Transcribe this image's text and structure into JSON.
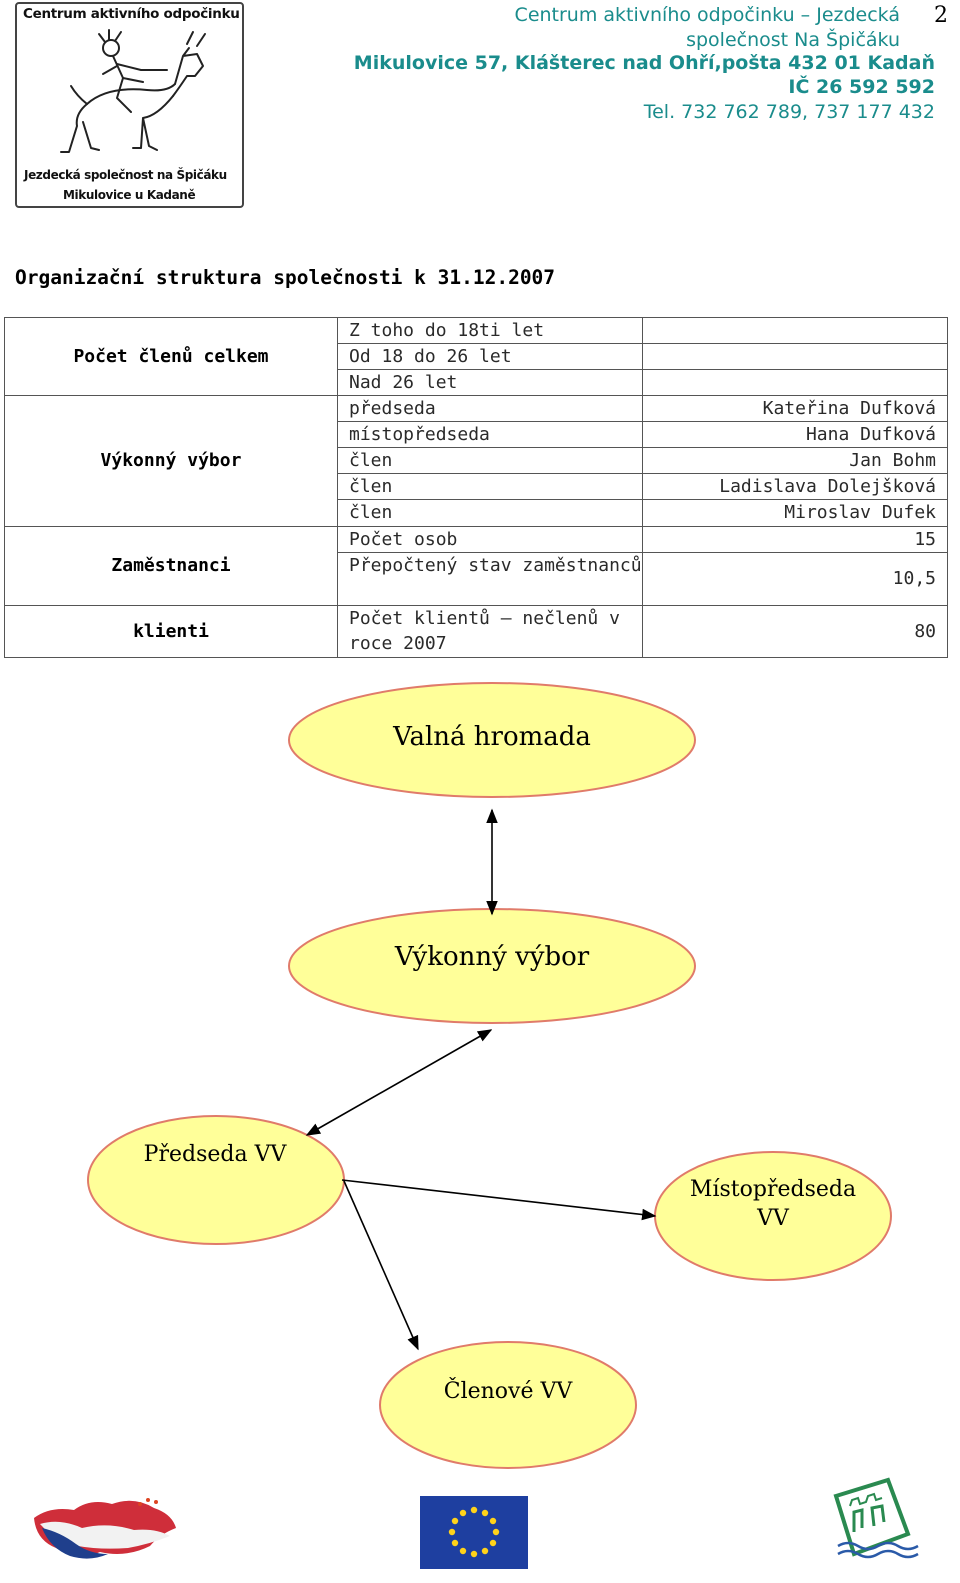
{
  "logo": {
    "top_text": "Centrum aktivního odpočinku",
    "bottom_line1": "Jezdecká společnost na Špičáku",
    "bottom_line2": "Mikulovice u Kadaně"
  },
  "header": {
    "line1": "Centrum aktivního odpočinku – Jezdecká",
    "line2": "společnost Na Špičáku",
    "line3": "Mikulovice 57, Klášterec nad Ohří,pošta 432 01 Kadaň",
    "line4": "IČ 26 592 592",
    "line5": "Tel. 732 762 789, 737 177 432",
    "page_number": "2",
    "accent_color": "#1a8c8c"
  },
  "title": "Organizační struktura společnosti k 31.12.2007",
  "table": {
    "group_members_total": "Počet členů celkem",
    "group_board": "Výkonný výbor",
    "group_employees": "Zaměstnanci",
    "group_clients": "klienti",
    "rows": [
      {
        "label": "Z toho do 18ti let",
        "value": ""
      },
      {
        "label": "Od 18 do 26 let",
        "value": ""
      },
      {
        "label": "Nad 26 let",
        "value": ""
      },
      {
        "label": "předseda",
        "value": "Kateřina Dufková"
      },
      {
        "label": "místopředseda",
        "value": "Hana Dufková"
      },
      {
        "label": "člen",
        "value": "Jan Bohm"
      },
      {
        "label": "člen",
        "value": "Ladislava Dolejšková"
      },
      {
        "label": "člen",
        "value": "Miroslav Dufek"
      },
      {
        "label": "Počet osob",
        "value": "15"
      },
      {
        "label": "Přepočtený stav zaměstnanců",
        "value": "10,5"
      },
      {
        "label": "Počet klientů – nečlenů v roce 2007",
        "value": "80"
      }
    ]
  },
  "org_chart": {
    "node_fill": "#ffff99",
    "node_stroke": "#e07b6a",
    "nodes": {
      "general_assembly": "Valná hromada",
      "executive_board": "Výkonný výbor",
      "chair": "Předseda VV",
      "vice_chair_line1": "Místopředseda",
      "vice_chair_line2": "VV",
      "members": "Členové VV"
    }
  }
}
